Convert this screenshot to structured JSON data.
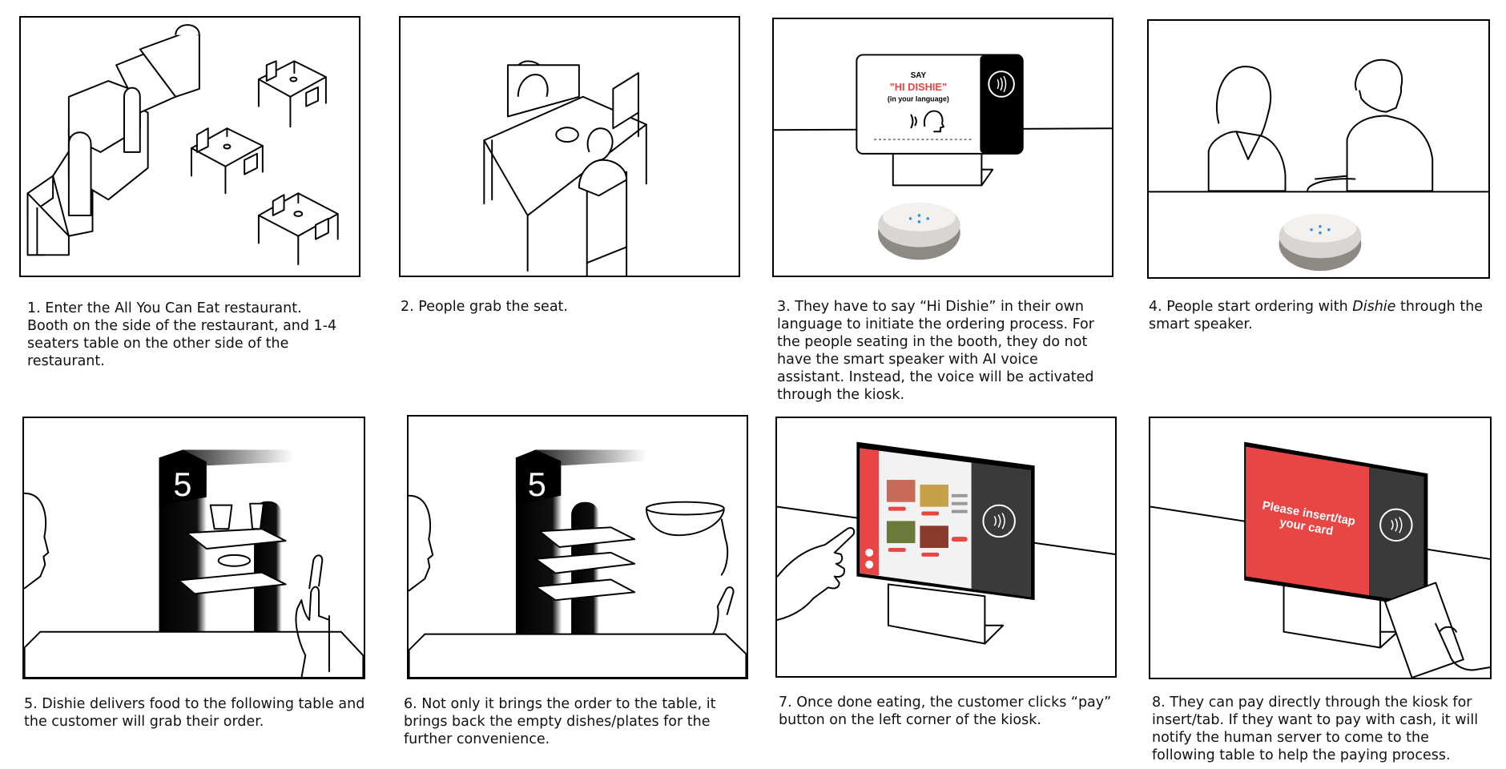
{
  "captions": [
    "1.  Enter the All You Can Eat restaurant.\nBooth on the side of the restaurant, and 1-4\nseaters table on the other side of the\nrestaurant.",
    "2. People grab the seat.",
    "3. They have to say “Hi Dishie” in their own\nlanguage to initiate the ordering process. For\nthe people seating in the booth, they do not\nhave the smart speaker with AI voice\nassistant. Instead, the voice will be activated\nthrough the kiosk.",
    "4. People start ordering with ",
    "5. Dishie delivers food to the following table and\nthe customer will grab their order.",
    "6. Not only it brings the order to the table, it\nbrings back the empty dishes/plates for the\nfurther convenience.",
    "7. Once done eating, the customer clicks “pay”\nbutton on the left corner of the kiosk.",
    "8. They can pay directly through the kiosk for\ninsert/tab. If they want to pay with cash, it will\nnotify the human server to come to the\nfollowing table to help the paying process."
  ],
  "caption4_italic": "Dishie",
  "caption4_tail": " through the\nsmart speaker.",
  "kiosk3": {
    "say": "SAY",
    "hi": "\"HI DISHIE\"",
    "lang": "(in your language)"
  },
  "kiosk8": {
    "line1": "Please insert/tap",
    "line2": "your card"
  },
  "robot_number": "5",
  "colors": {
    "accent": "#e84545",
    "ink": "#000000",
    "panel_dark": "#2b2b2b"
  }
}
